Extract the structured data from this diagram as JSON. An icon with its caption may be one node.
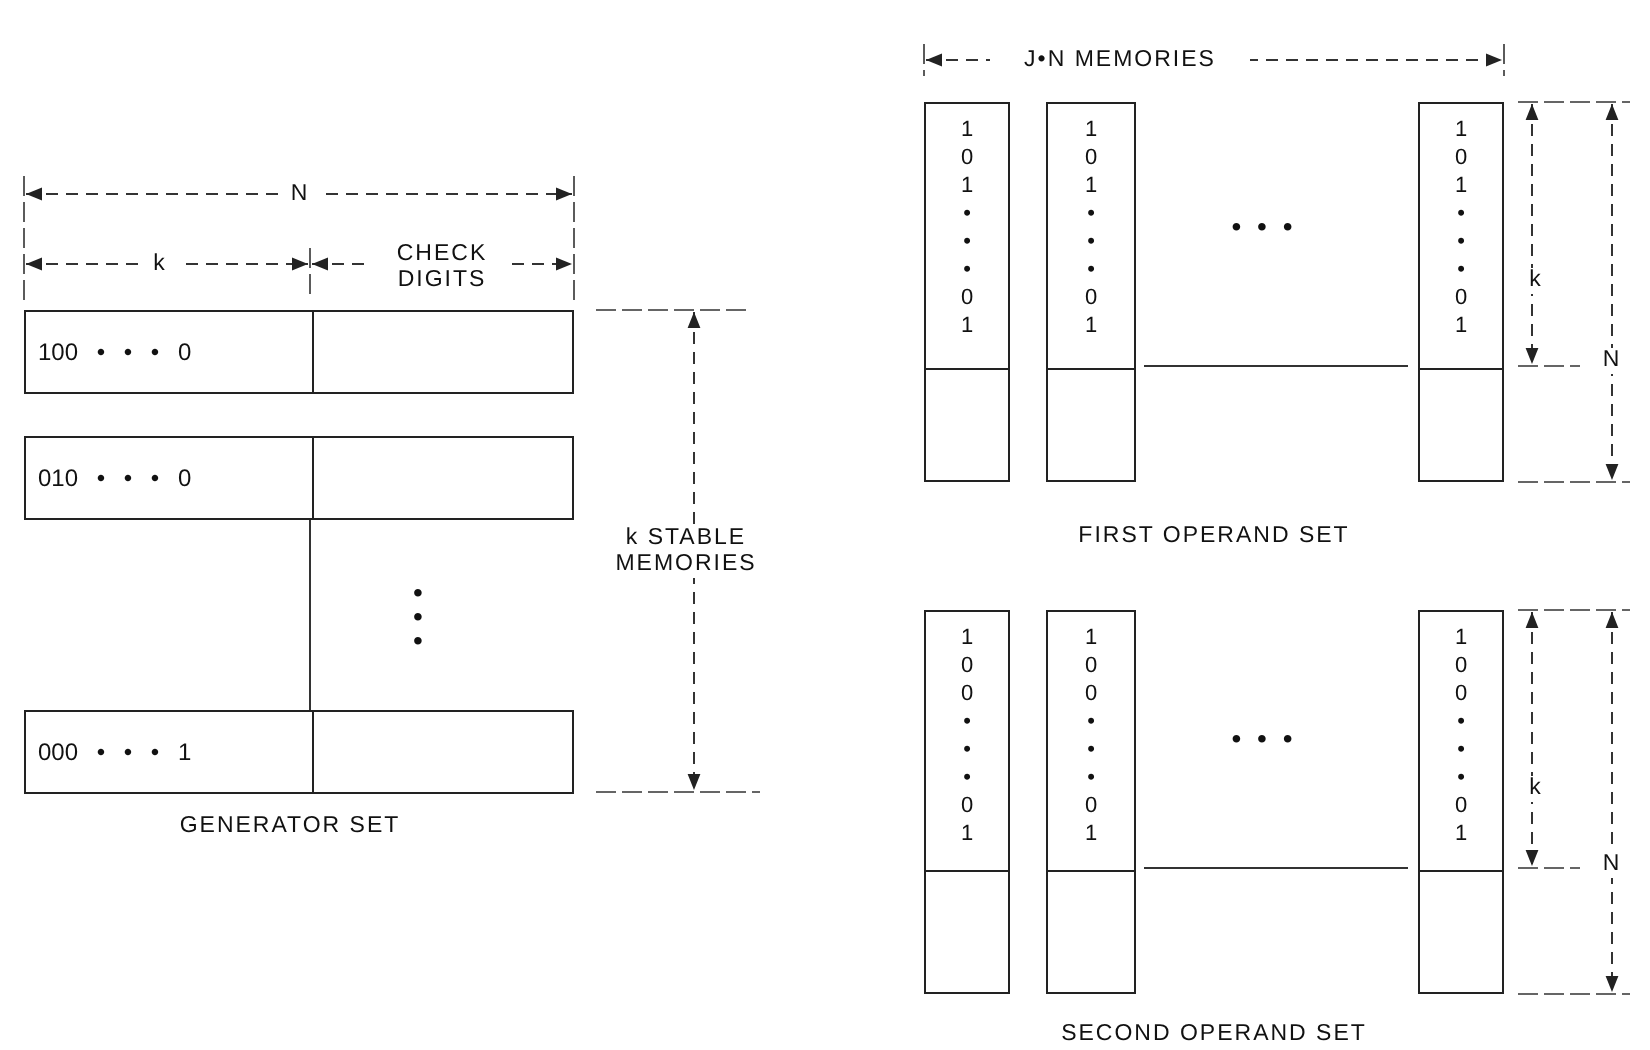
{
  "diagram": {
    "nodes": [
      {
        "text": [
          "100 • • • 0"
        ]
      },
      {
        "text": [
          "010 • • • 0"
        ]
      },
      {
        "text": [
          "000 • • • 1"
        ]
      },
      {
        "text": [
          "1 0 1 • • • 0 1"
        ]
      },
      {
        "text": [
          "1 0 1 • • • 0 1"
        ]
      },
      {
        "text": [
          "1 0 1 • • • 0 1"
        ]
      },
      {
        "text": [
          "1 0 0 • • • 0 1"
        ]
      },
      {
        "text": [
          "1 0 0 • • • 0 1"
        ]
      },
      {
        "text": [
          "1 0 0 • • • 0 1"
        ]
      }
    ],
    "labels": [
      "J•N MEMORIES",
      "N",
      "k",
      "CHECK DIGITS",
      "• • •",
      "k",
      "N",
      "k STABLE MEMORIES",
      "• • •",
      "FIRST OPERAND SET",
      "• • •",
      "k",
      "N",
      "GENERATOR SET",
      "SECOND OPERAND SET"
    ]
  }
}
